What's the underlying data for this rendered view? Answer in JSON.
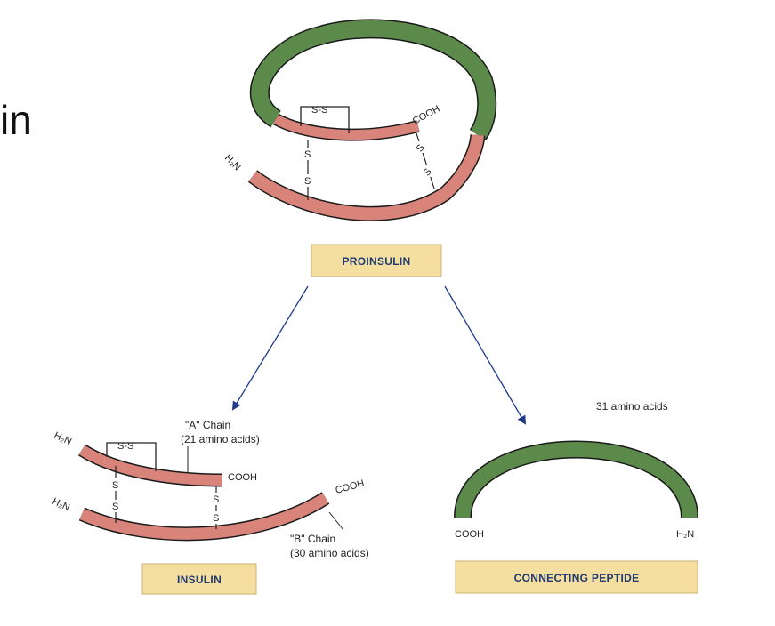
{
  "partial_text": "in",
  "colors": {
    "green_chain": "#5b8a4a",
    "red_chain": "#d9847a",
    "chain_outline": "#1a1a1a",
    "label_box_fill": "#f5dfa0",
    "label_box_text": "#1f3a6e",
    "arrow": "#1f3a8a"
  },
  "proinsulin": {
    "label": "PROINSULIN",
    "disulfide_top": "S-S",
    "cooh": "COOH",
    "h2n": "H₂N",
    "s_left_1": "S",
    "s_left_2": "S",
    "s_right_1": "S",
    "s_right_2": "S"
  },
  "insulin": {
    "label": "INSULIN",
    "a_chain_title": "\"A\" Chain",
    "a_chain_sub": "(21 amino acids)",
    "b_chain_title": "\"B\" Chain",
    "b_chain_sub": "(30 amino acids)",
    "a_h2n": "H₂N",
    "b_h2n": "H₂N",
    "a_cooh": "COOH",
    "b_cooh": "COOH",
    "disulfide_intra": "S-S",
    "s_left_1": "S",
    "s_left_2": "S",
    "s_right_1": "S",
    "s_right_2": "S"
  },
  "connecting_peptide": {
    "label": "CONNECTING PEPTIDE",
    "amino_acids": "31 amino acids",
    "cooh": "COOH",
    "h2n": "H₂N"
  }
}
